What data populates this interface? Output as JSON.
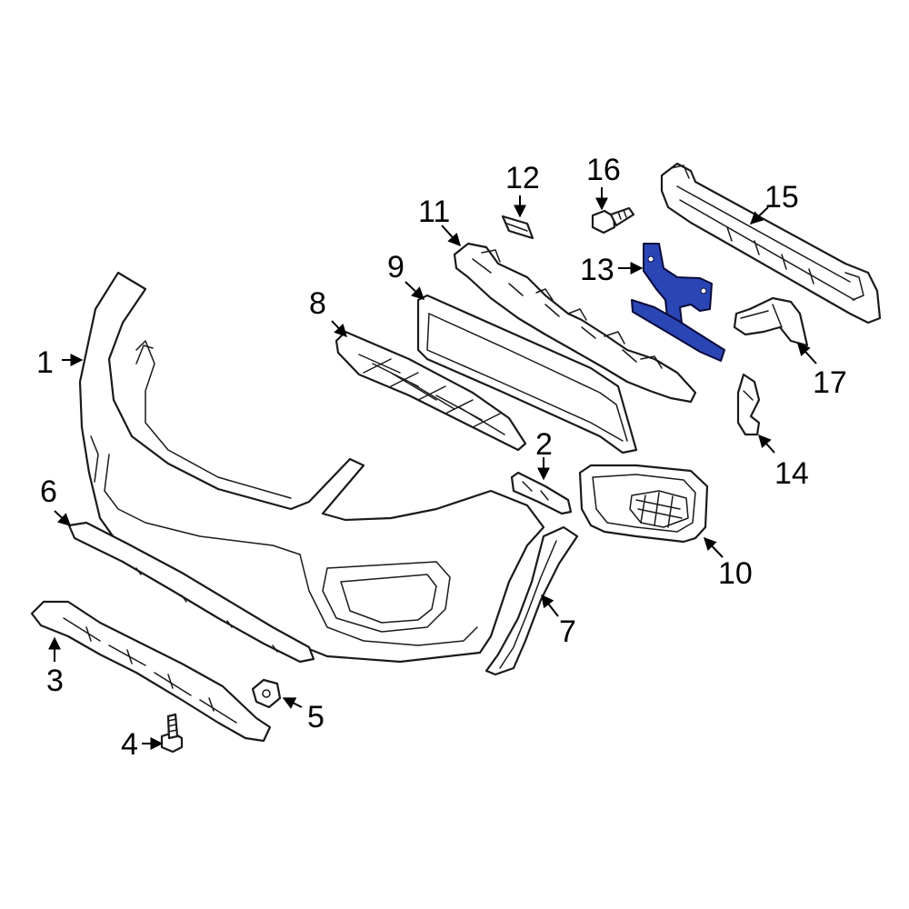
{
  "diagram": {
    "highlight_color": "#2a46b5",
    "parts": [
      {
        "id": "1",
        "label": "1"
      },
      {
        "id": "2",
        "label": "2"
      },
      {
        "id": "3",
        "label": "3"
      },
      {
        "id": "4",
        "label": "4"
      },
      {
        "id": "5",
        "label": "5"
      },
      {
        "id": "6",
        "label": "6"
      },
      {
        "id": "7",
        "label": "7"
      },
      {
        "id": "8",
        "label": "8"
      },
      {
        "id": "9",
        "label": "9"
      },
      {
        "id": "10",
        "label": "10"
      },
      {
        "id": "11",
        "label": "11"
      },
      {
        "id": "12",
        "label": "12"
      },
      {
        "id": "13",
        "label": "13",
        "highlighted": true
      },
      {
        "id": "14",
        "label": "14"
      },
      {
        "id": "15",
        "label": "15"
      },
      {
        "id": "16",
        "label": "16"
      },
      {
        "id": "17",
        "label": "17"
      }
    ]
  }
}
